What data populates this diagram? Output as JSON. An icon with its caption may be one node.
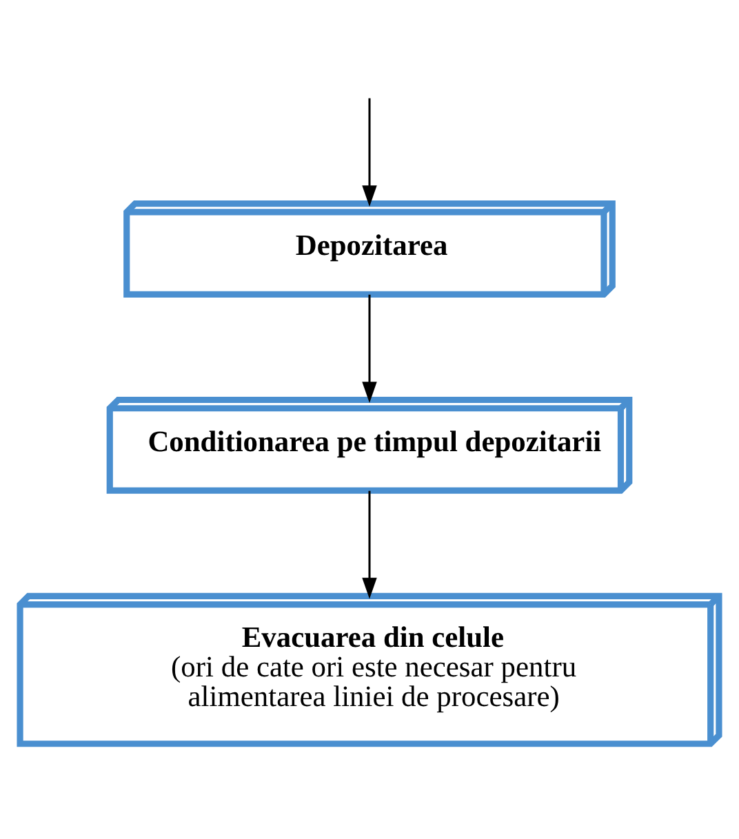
{
  "diagram": {
    "nodes": [
      {
        "text": [
          "Depozitarea"
        ]
      },
      {
        "text": [
          "Conditionarea pe timpul depozitarii"
        ]
      },
      {
        "text": [
          "**Evacuarea din celule** (ori de cate ori este necesar pentru alimentarea liniei de procesare)"
        ]
      }
    ],
    "edges": [
      {
        "from": null,
        "to": 0,
        "arrow": "to"
      },
      {
        "from": 0,
        "to": 1,
        "arrow": "to"
      },
      {
        "from": 1,
        "to": 2,
        "arrow": "to"
      }
    ]
  }
}
